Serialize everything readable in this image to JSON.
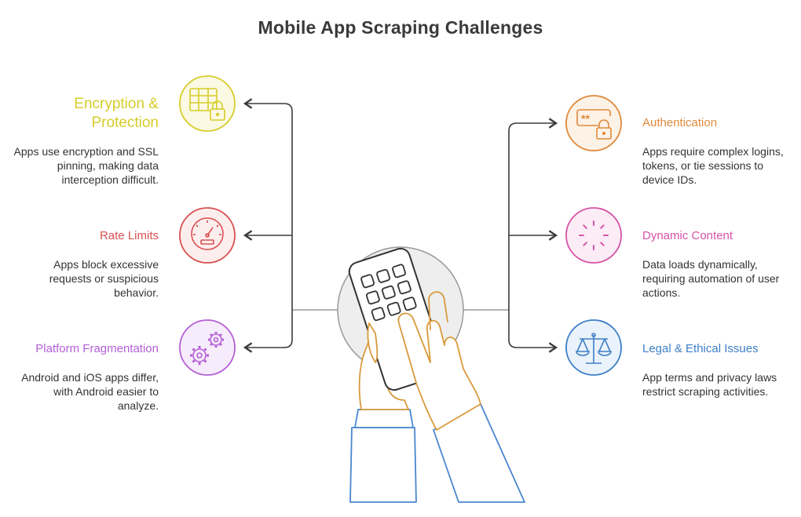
{
  "title": "Mobile App Scraping Challenges",
  "colors": {
    "encryption": "#d6cc2a",
    "rate": "#d95050",
    "platform": "#b45fd6",
    "auth": "#df8a3c",
    "dynamic": "#d653a8",
    "legal": "#3f7fc6",
    "connector": "#3a3a3a",
    "hub": "#9a9a9a",
    "hand": "#d99a3c",
    "sleeve": "#4a86cf"
  },
  "items": {
    "encryption": {
      "label": "Encryption & Protection",
      "desc": "Apps use encryption and SSL pinning, making data interception difficult.",
      "icon": "table-lock-icon"
    },
    "rate": {
      "label": "Rate Limits",
      "desc": "Apps block excessive requests or suspicious behavior.",
      "icon": "speedometer-icon"
    },
    "platform": {
      "label": "Platform Fragmentation",
      "desc": "Android and iOS apps differ, with Android easier to analyze.",
      "icon": "gears-icon"
    },
    "auth": {
      "label": "Authentication",
      "desc": "Apps require complex logins, tokens, or tie sessions to device IDs.",
      "icon": "password-lock-icon"
    },
    "dynamic": {
      "label": "Dynamic Content",
      "desc": "Data loads dynamically, requiring automation of user actions.",
      "icon": "loading-spinner-icon"
    },
    "legal": {
      "label": "Legal & Ethical Issues",
      "desc": "App terms and privacy laws restrict scraping activities.",
      "icon": "scales-icon"
    }
  }
}
